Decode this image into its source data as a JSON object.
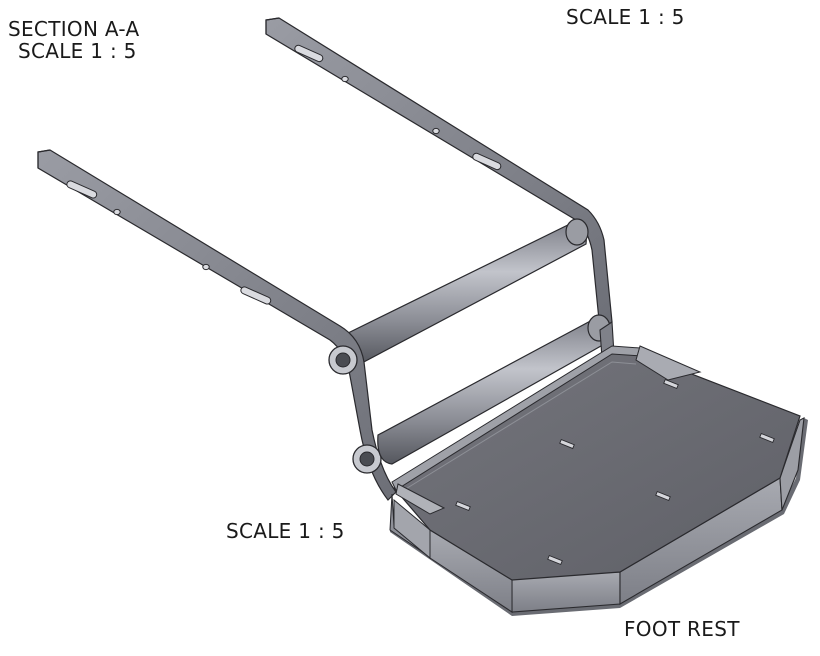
{
  "labels": {
    "section_title": "SECTION A-A",
    "section_scale": "SCALE 1 : 5",
    "top_scale": "SCALE 1 : 5",
    "bottom_scale": "SCALE 1 : 5",
    "part_name": "FOOT REST"
  },
  "colors": {
    "metal_face": "#8a8c94",
    "metal_dark": "#5c5e66",
    "metal_light": "#b4b6bd",
    "plate_top": "#6c6d74",
    "outline": "#2a2a2e"
  }
}
